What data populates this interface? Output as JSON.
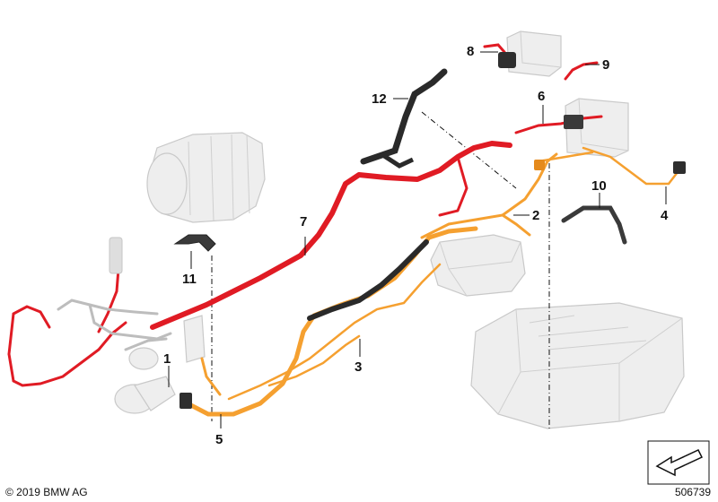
{
  "diagram": {
    "callouts": [
      "1",
      "2",
      "3",
      "4",
      "5",
      "6",
      "7",
      "8",
      "9",
      "10",
      "11",
      "12"
    ],
    "colors": {
      "red_cable": "#e01b24",
      "orange_cable": "#f5a030",
      "black_harness": "#2a2a2a",
      "ghost_component": "#eeeeee"
    }
  },
  "footer": {
    "copyright": "© 2019 BMW AG",
    "diagram_number": "506739"
  }
}
